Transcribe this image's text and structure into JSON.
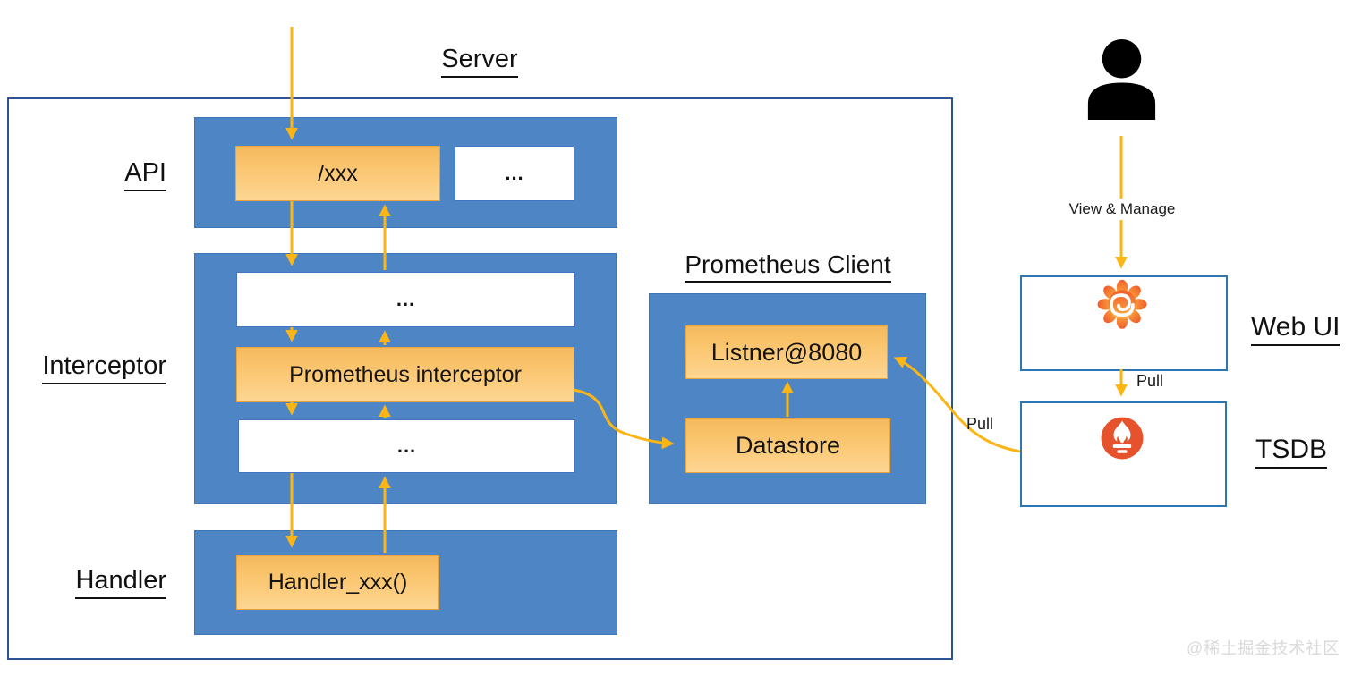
{
  "titles": {
    "server": "Server",
    "prometheus_client": "Prometheus Client"
  },
  "server": {
    "api": {
      "label": "API",
      "route": "/xxx",
      "more": "..."
    },
    "interceptor": {
      "label": "Interceptor",
      "top": "...",
      "main": "Prometheus interceptor",
      "bottom": "..."
    },
    "handler": {
      "label": "Handler",
      "box": "Handler_xxx()"
    }
  },
  "prometheus_client": {
    "listener": "Listner@8080",
    "datastore": "Datastore"
  },
  "right": {
    "view_manage": "View & Manage",
    "grafana_text": "Grafana",
    "web_ui": "Web UI",
    "pull_grafana": "Pull",
    "pull_scrape": "Pull",
    "prometheus_text": "Prometheus",
    "tsdb": "TSDB"
  },
  "watermark": "@稀土掘金技术社区",
  "colors": {
    "panel_blue": "#4E86C5",
    "orange_top": "#F5B95C",
    "orange_bottom": "#FDD693",
    "orange_border": "#E8A33C",
    "arrow_yellow": "#FBB616",
    "outer_border": "#2F5496",
    "card_border": "#2E75B6",
    "grafana_gray": "#54565A",
    "prometheus_red": "#E6522C",
    "watermark_gray": "#D9D9D9"
  }
}
